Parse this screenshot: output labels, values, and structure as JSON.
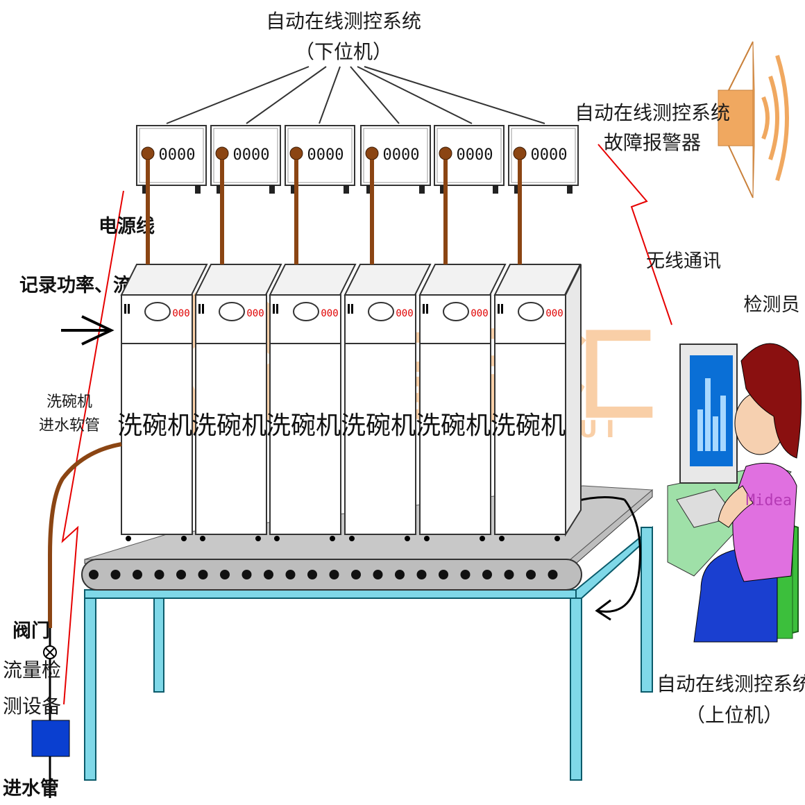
{
  "lower_system": {
    "line1": "自动在线测控系统",
    "line2": "（下位机）"
  },
  "alarm": {
    "line1": "自动在线测控系统",
    "line2": "故障报警器"
  },
  "labels": {
    "power_cord": "电源线",
    "record": "记录功率、流量",
    "hose_line1": "洗碗机",
    "hose_line2": "进水软管",
    "wireless": "无线通讯",
    "inspector": "检测员",
    "valve": "阀门",
    "flow_line1": "流量检",
    "flow_line2": "测设备",
    "inlet": "进水管"
  },
  "upper_system": {
    "line1": "自动在线测控系统",
    "line2": "（上位机）"
  },
  "dishwasher_label": "洗碗机",
  "panel_indicator": "000",
  "meter_display": "0000",
  "shirt_logo": "Midea",
  "watermark": {
    "text": "智品汇",
    "sub": "Z  P  H  U  I"
  },
  "colors": {
    "cord": "#8b4513",
    "frame": "#7fd8e8",
    "belt": "#bdbdbd",
    "watermark": "#f5a860",
    "wireless": "#e60000",
    "speaker": "#f0a860",
    "flow_box": "#0a3fd0",
    "monitor": "#0a6fd6",
    "shirt": "#e070e0",
    "hair": "#8a1010"
  }
}
